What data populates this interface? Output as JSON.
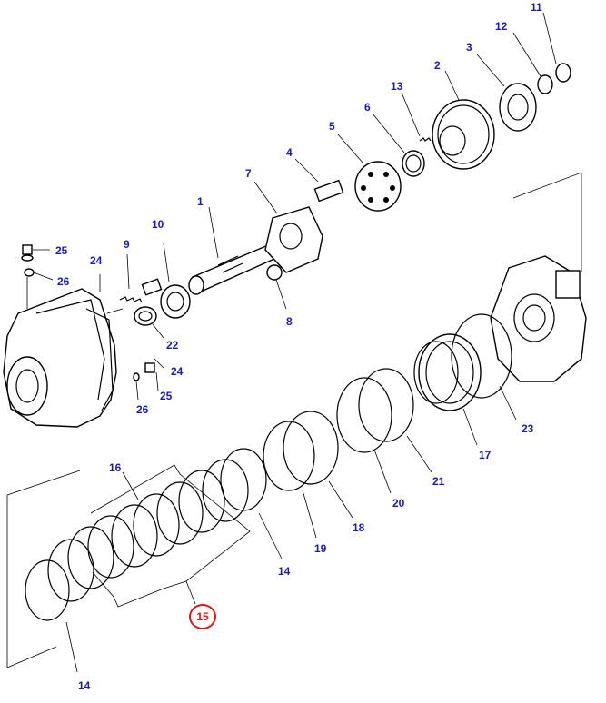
{
  "diagram": {
    "callouts": [
      {
        "id": "c1",
        "text": "1"
      },
      {
        "id": "c2",
        "text": "2"
      },
      {
        "id": "c3",
        "text": "3"
      },
      {
        "id": "c4",
        "text": "4"
      },
      {
        "id": "c5",
        "text": "5"
      },
      {
        "id": "c6",
        "text": "6"
      },
      {
        "id": "c7",
        "text": "7"
      },
      {
        "id": "c8",
        "text": "8"
      },
      {
        "id": "c9",
        "text": "9"
      },
      {
        "id": "c10",
        "text": "10"
      },
      {
        "id": "c11",
        "text": "11"
      },
      {
        "id": "c12",
        "text": "12"
      },
      {
        "id": "c13",
        "text": "13"
      },
      {
        "id": "c14a",
        "text": "14"
      },
      {
        "id": "c14b",
        "text": "14"
      },
      {
        "id": "c15",
        "text": "15",
        "highlighted": true
      },
      {
        "id": "c16",
        "text": "16"
      },
      {
        "id": "c17",
        "text": "17"
      },
      {
        "id": "c18",
        "text": "18"
      },
      {
        "id": "c19",
        "text": "19"
      },
      {
        "id": "c20",
        "text": "20"
      },
      {
        "id": "c21",
        "text": "21"
      },
      {
        "id": "c22",
        "text": "22"
      },
      {
        "id": "c23",
        "text": "23"
      },
      {
        "id": "c24a",
        "text": "24"
      },
      {
        "id": "c24b",
        "text": "24"
      },
      {
        "id": "c25a",
        "text": "25"
      },
      {
        "id": "c25b",
        "text": "25"
      },
      {
        "id": "c26a",
        "text": "26"
      },
      {
        "id": "c26b",
        "text": "26"
      }
    ],
    "colors": {
      "callout": "#1a1ab0",
      "highlight": "#d8141c",
      "line": "#000000"
    }
  }
}
